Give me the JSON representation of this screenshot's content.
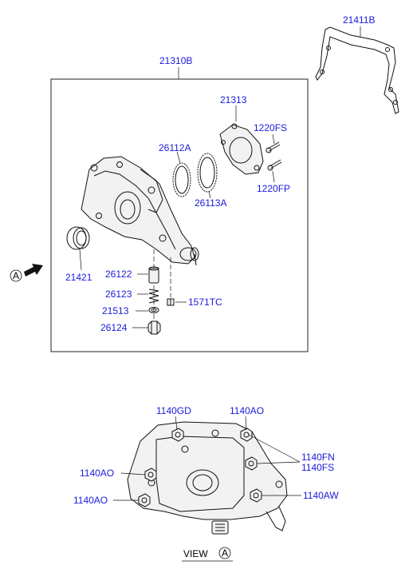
{
  "labels": {
    "gasket_top_right": "21411B",
    "pump_assembly": "21310B",
    "cover_plate": "21313",
    "bolt_fs": "1220FS",
    "bolt_fp": "1220FP",
    "outer_gear": "26112A",
    "inner_gear": "26113A",
    "oil_seal": "21421",
    "relief_plunger": "26122",
    "relief_spring": "26123",
    "relief_washer": "21513",
    "relief_plug": "26124",
    "screw_tc": "1571TC",
    "view_marker": "A",
    "bolt_gd": "1140GD",
    "bolt_ao_top": "1140AO",
    "bolt_fn": "1140FN",
    "bolt_fs_view": "1140FS",
    "bolt_ao_left": "1140AO",
    "bolt_aw": "1140AW",
    "bolt_ao_low": "1140AO",
    "view_caption": "VIEW",
    "view_caption_marker": "A"
  }
}
